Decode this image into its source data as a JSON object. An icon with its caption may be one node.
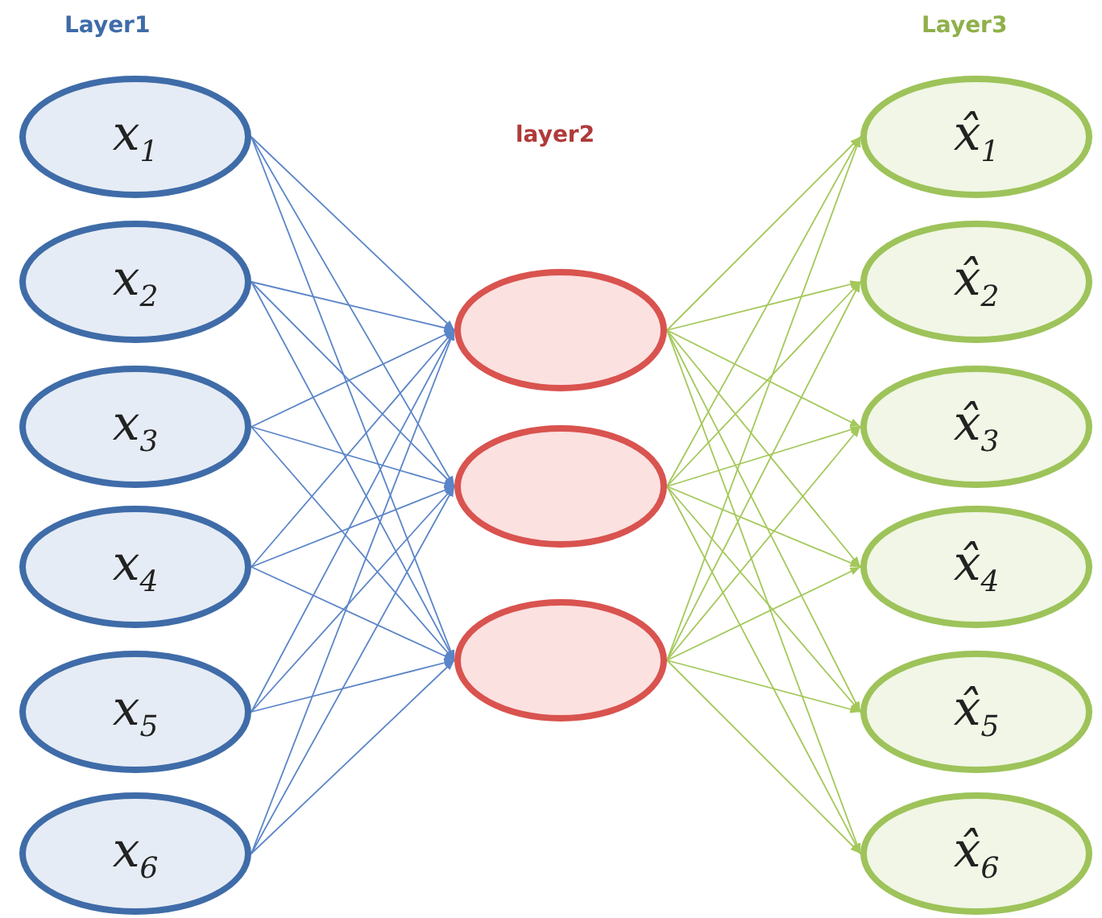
{
  "diagram": {
    "nodes": [
      {
        "text": [
          "x$_{1}$"
        ]
      },
      {
        "text": [
          "x$_{2}$"
        ]
      },
      {
        "text": [
          "x$_{3}$"
        ]
      },
      {
        "text": [
          "x$_{4}$"
        ]
      },
      {
        "text": [
          "x$_{5}$"
        ]
      },
      {
        "text": [
          "x$_{6}$"
        ]
      },
      {
        "text": [],
        "shape": "circle"
      },
      {
        "text": [],
        "shape": "circle"
      },
      {
        "text": [],
        "shape": "circle"
      },
      {
        "text": [
          "x̂$_{1}$"
        ]
      },
      {
        "text": [
          "x̂$_{2}$"
        ]
      },
      {
        "text": [
          "x̂$_{3}$"
        ]
      },
      {
        "text": [
          "x̂$_{4}$"
        ]
      },
      {
        "text": [
          "x̂$_{5}$"
        ]
      },
      {
        "text": [
          "x̂$_{6}$"
        ]
      }
    ],
    "edges": [
      {
        "from": 0,
        "to": 6,
        "arrow": "to",
        "color": "#5b85c8"
      },
      {
        "from": 0,
        "to": 7,
        "arrow": "to",
        "color": "#5b85c8"
      },
      {
        "from": 0,
        "to": 8,
        "arrow": "to",
        "color": "#5b85c8"
      },
      {
        "from": 1,
        "to": 6,
        "arrow": "to",
        "color": "#5b85c8"
      },
      {
        "from": 1,
        "to": 7,
        "arrow": "to",
        "color": "#5b85c8"
      },
      {
        "from": 1,
        "to": 8,
        "arrow": "to",
        "color": "#5b85c8"
      },
      {
        "from": 2,
        "to": 6,
        "arrow": "to",
        "color": "#5b85c8"
      },
      {
        "from": 2,
        "to": 7,
        "arrow": "to",
        "color": "#5b85c8"
      },
      {
        "from": 2,
        "to": 8,
        "arrow": "to",
        "color": "#5b85c8"
      },
      {
        "from": 3,
        "to": 6,
        "arrow": "to",
        "color": "#5b85c8"
      },
      {
        "from": 3,
        "to": 7,
        "arrow": "to",
        "color": "#5b85c8"
      },
      {
        "from": 3,
        "to": 8,
        "arrow": "to",
        "color": "#5b85c8"
      },
      {
        "from": 4,
        "to": 6,
        "arrow": "to",
        "color": "#5b85c8"
      },
      {
        "from": 4,
        "to": 7,
        "arrow": "to",
        "color": "#5b85c8"
      },
      {
        "from": 4,
        "to": 8,
        "arrow": "to",
        "color": "#5b85c8"
      },
      {
        "from": 5,
        "to": 6,
        "arrow": "to",
        "color": "#5b85c8"
      },
      {
        "from": 5,
        "to": 7,
        "arrow": "to",
        "color": "#5b85c8"
      },
      {
        "from": 5,
        "to": 8,
        "arrow": "to",
        "color": "#5b85c8"
      },
      {
        "from": 6,
        "to": 9,
        "arrow": "to",
        "color": "#a4c85a"
      },
      {
        "from": 6,
        "to": 10,
        "arrow": "to",
        "color": "#a4c85a"
      },
      {
        "from": 6,
        "to": 11,
        "arrow": "to",
        "color": "#a4c85a"
      },
      {
        "from": 6,
        "to": 12,
        "arrow": "to",
        "color": "#a4c85a"
      },
      {
        "from": 6,
        "to": 13,
        "arrow": "to",
        "color": "#a4c85a"
      },
      {
        "from": 6,
        "to": 14,
        "arrow": "to",
        "color": "#a4c85a"
      },
      {
        "from": 7,
        "to": 9,
        "arrow": "to",
        "color": "#a4c85a"
      },
      {
        "from": 7,
        "to": 10,
        "arrow": "to",
        "color": "#a4c85a"
      },
      {
        "from": 7,
        "to": 11,
        "arrow": "to",
        "color": "#a4c85a"
      },
      {
        "from": 7,
        "to": 12,
        "arrow": "to",
        "color": "#a4c85a"
      },
      {
        "from": 7,
        "to": 13,
        "arrow": "to",
        "color": "#a4c85a"
      },
      {
        "from": 7,
        "to": 14,
        "arrow": "to",
        "color": "#a4c85a"
      },
      {
        "from": 8,
        "to": 9,
        "arrow": "to",
        "color": "#a4c85a"
      },
      {
        "from": 8,
        "to": 10,
        "arrow": "to",
        "color": "#a4c85a"
      },
      {
        "from": 8,
        "to": 11,
        "arrow": "to",
        "color": "#a4c85a"
      },
      {
        "from": 8,
        "to": 12,
        "arrow": "to",
        "color": "#a4c85a"
      },
      {
        "from": 8,
        "to": 13,
        "arrow": "to",
        "color": "#a4c85a"
      },
      {
        "from": 8,
        "to": 14,
        "arrow": "to",
        "color": "#a4c85a"
      }
    ],
    "labels": [
      "Layer1",
      "layer2",
      "Layer3"
    ]
  }
}
